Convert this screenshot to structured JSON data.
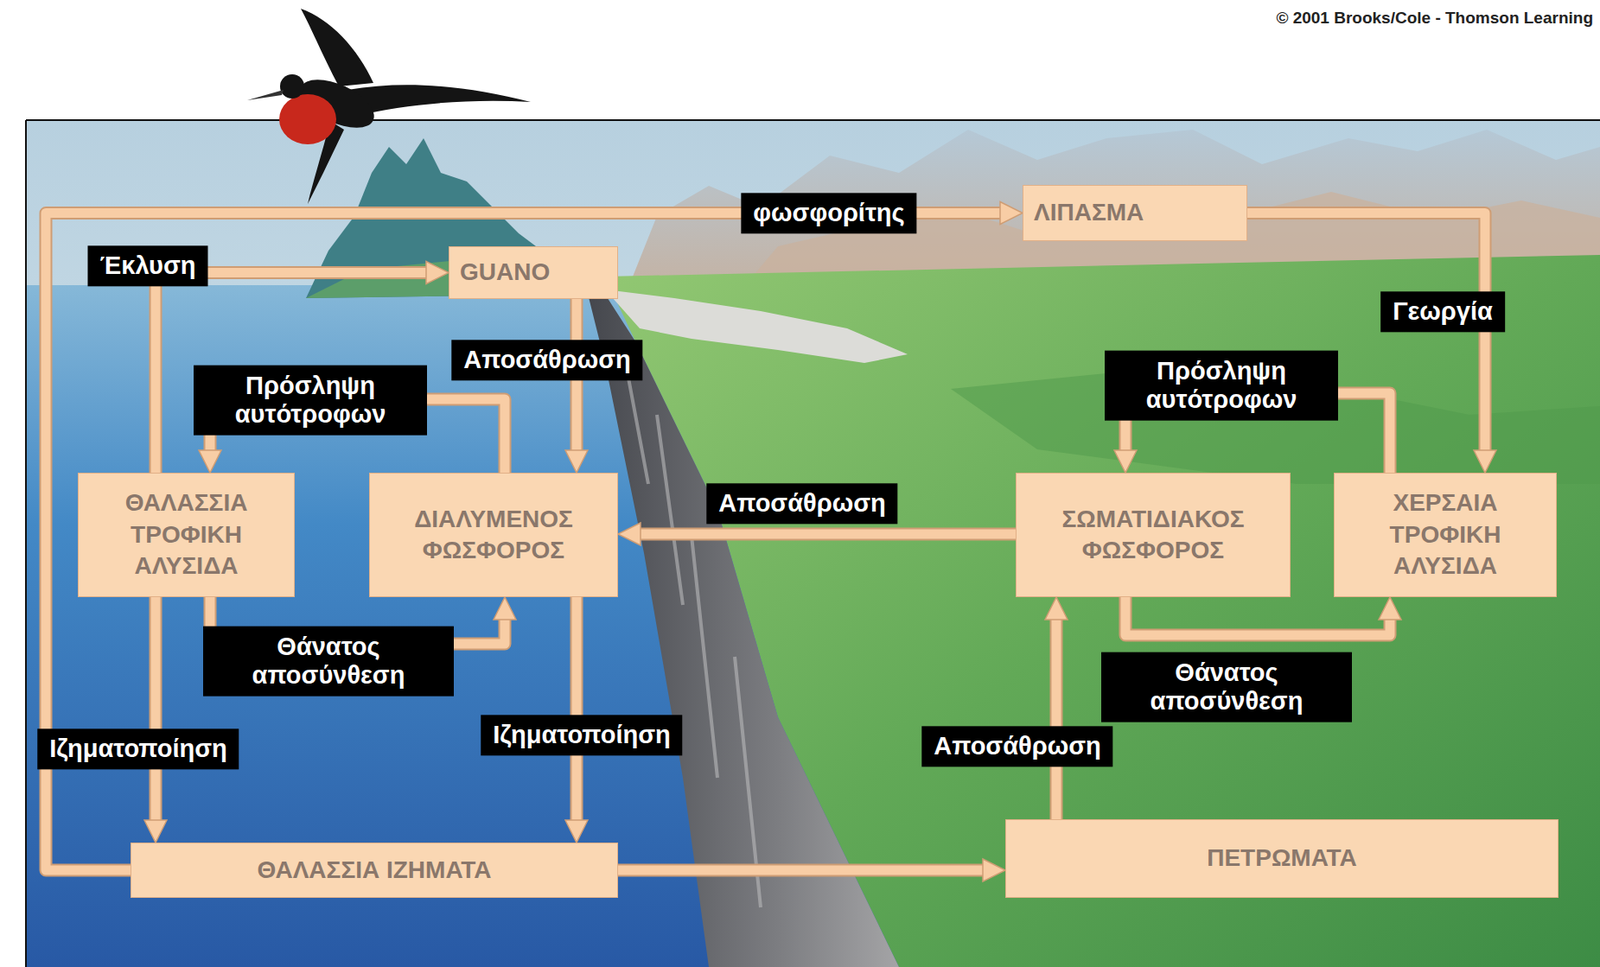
{
  "diagram": {
    "nodes": [
      {
        "text": [
          "ΛΙΠΑΣΜΑ"
        ]
      },
      {
        "text": [
          "GUANO"
        ]
      },
      {
        "text": [
          "ΘΑΛΑΣΣΙΑ ΤΡΟΦΙΚΗ ΑΛΥΣΙΔΑ"
        ]
      },
      {
        "text": [
          "ΔΙΑΛΥΜΕΝΟΣ ΦΩΣΦΟΡΟΣ"
        ]
      },
      {
        "text": [
          "ΣΩΜΑΤΙΔΙΑΚΟΣ ΦΩΣΦΟΡΟΣ"
        ]
      },
      {
        "text": [
          "ΧΕΡΣΑΙΑ ΤΡΟΦΙΚΗ ΑΛΥΣΙΔΑ"
        ]
      },
      {
        "text": [
          "ΘΑΛΑΣΣΙΑ ΙΖΗΜΑΤΑ"
        ]
      },
      {
        "text": [
          "ΠΕΤΡΩΜΑΤΑ"
        ]
      }
    ],
    "edges": [
      {
        "from": 2,
        "to": 1,
        "label": "Έκλυση",
        "arrow": "to"
      },
      {
        "from": 6,
        "to": 0,
        "label": "φωσφορίτης",
        "arrow": "to"
      },
      {
        "from": 0,
        "to": 5,
        "label": "Γεωργία",
        "arrow": "to"
      },
      {
        "from": 1,
        "to": 3,
        "label": "Αποσάθρωση",
        "arrow": "to"
      },
      {
        "from": 3,
        "to": 2,
        "label": "Πρόσληψη αυτότροφων",
        "arrow": "to"
      },
      {
        "from": 2,
        "to": 3,
        "label": "Θάνατος αποσύνθεση",
        "arrow": "to"
      },
      {
        "from": 2,
        "to": 6,
        "label": "Ιζηματοποίηση",
        "arrow": "to"
      },
      {
        "from": 3,
        "to": 6,
        "label": "Ιζηματοποίηση",
        "arrow": "to"
      },
      {
        "from": 4,
        "to": 3,
        "label": "Αποσάθρωση",
        "arrow": "to"
      },
      {
        "from": 5,
        "to": 4,
        "label": "Πρόσληψη αυτότροφων",
        "arrow": "to"
      },
      {
        "from": 4,
        "to": 5,
        "label": "Θάνατος αποσύνθεση",
        "arrow": "to"
      },
      {
        "from": 7,
        "to": 4,
        "label": "Αποσάθρωση",
        "arrow": "to"
      },
      {
        "from": 6,
        "to": 7,
        "arrow": "to"
      }
    ],
    "labels": [
      "© 2001 Brooks/Cole - Thomson Learning"
    ]
  }
}
